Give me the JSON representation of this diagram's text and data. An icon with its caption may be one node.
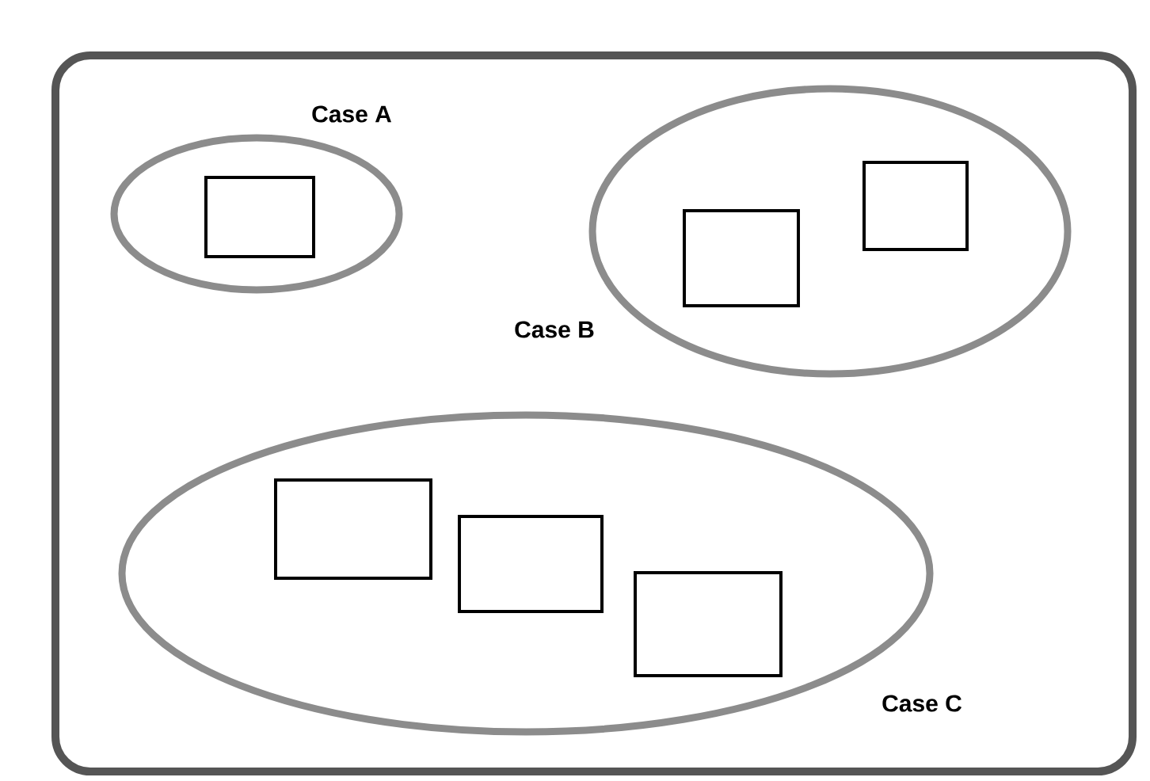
{
  "diagram": {
    "nodes": [
      {
        "text": [],
        "shape": "box"
      },
      {
        "text": [
          "Case A"
        ],
        "in": 0
      },
      {
        "text": [],
        "shape": "box",
        "in": 1
      },
      {
        "text": [
          "Case B"
        ],
        "in": 0
      },
      {
        "text": [],
        "shape": "box",
        "in": 3
      },
      {
        "text": [],
        "shape": "box",
        "in": 3
      },
      {
        "text": [
          "Case C"
        ],
        "in": 0
      },
      {
        "text": [],
        "shape": "box",
        "in": 6
      },
      {
        "text": [],
        "shape": "box",
        "in": 6
      },
      {
        "text": [],
        "shape": "box",
        "in": 6
      }
    ]
  }
}
